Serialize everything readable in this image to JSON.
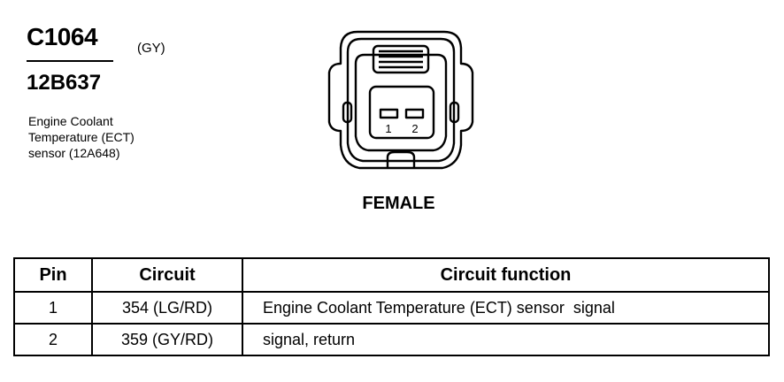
{
  "connector": {
    "id": "C1064",
    "color": "(GY)",
    "part_number": "12B637",
    "description_lines": [
      "Engine Coolant",
      "Temperature (ECT)",
      "sensor (12A648)"
    ],
    "pin_labels": [
      "1",
      "2"
    ],
    "gender": "FEMALE"
  },
  "pin_table": {
    "headers": [
      "Pin",
      "Circuit",
      "Circuit function"
    ],
    "rows": [
      {
        "pin": "1",
        "circuit": "354 (LG/RD)",
        "function": "Engine Coolant Temperature (ECT) sensor  signal"
      },
      {
        "pin": "2",
        "circuit": "359 (GY/RD)",
        "function": "signal, return"
      }
    ]
  }
}
